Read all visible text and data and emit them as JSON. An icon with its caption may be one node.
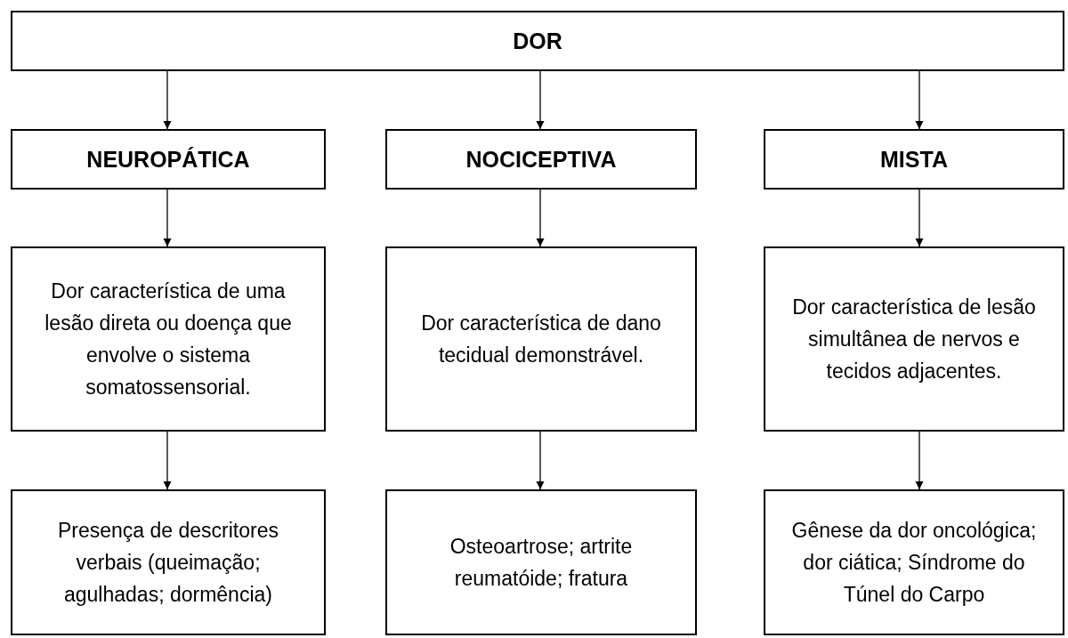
{
  "diagram": {
    "nodes": [
      {
        "text": [
          "DOR"
        ]
      },
      {
        "text": [
          "NEUROPÁTICA"
        ]
      },
      {
        "text": [
          "NOCICEPTIVA"
        ]
      },
      {
        "text": [
          "MISTA"
        ]
      },
      {
        "text": [
          "Dor característica de uma lesão direta ou doença que envolve o sistema somatossensorial."
        ]
      },
      {
        "text": [
          "Dor característica de dano tecidual demonstrável."
        ]
      },
      {
        "text": [
          "Dor característica de lesão simultânea de nervos e tecidos adjacentes."
        ]
      },
      {
        "text": [
          "Presença de descritores verbais (queimação; agulhadas; dormência)"
        ]
      },
      {
        "text": [
          "Osteoartrose; artrite reumatóide; fratura"
        ]
      },
      {
        "text": [
          "Gênese da dor oncológica; dor ciática; Síndrome do Túnel do Carpo"
        ]
      }
    ],
    "edges": [
      {
        "from": 0,
        "to": 1,
        "arrow": "to"
      },
      {
        "from": 0,
        "to": 2,
        "arrow": "to"
      },
      {
        "from": 0,
        "to": 3,
        "arrow": "to"
      },
      {
        "from": 1,
        "to": 4,
        "arrow": "to"
      },
      {
        "from": 2,
        "to": 5,
        "arrow": "to"
      },
      {
        "from": 3,
        "to": 6,
        "arrow": "to"
      },
      {
        "from": 4,
        "to": 7,
        "arrow": "to"
      },
      {
        "from": 5,
        "to": 8,
        "arrow": "to"
      },
      {
        "from": 6,
        "to": 9,
        "arrow": "to"
      }
    ]
  }
}
